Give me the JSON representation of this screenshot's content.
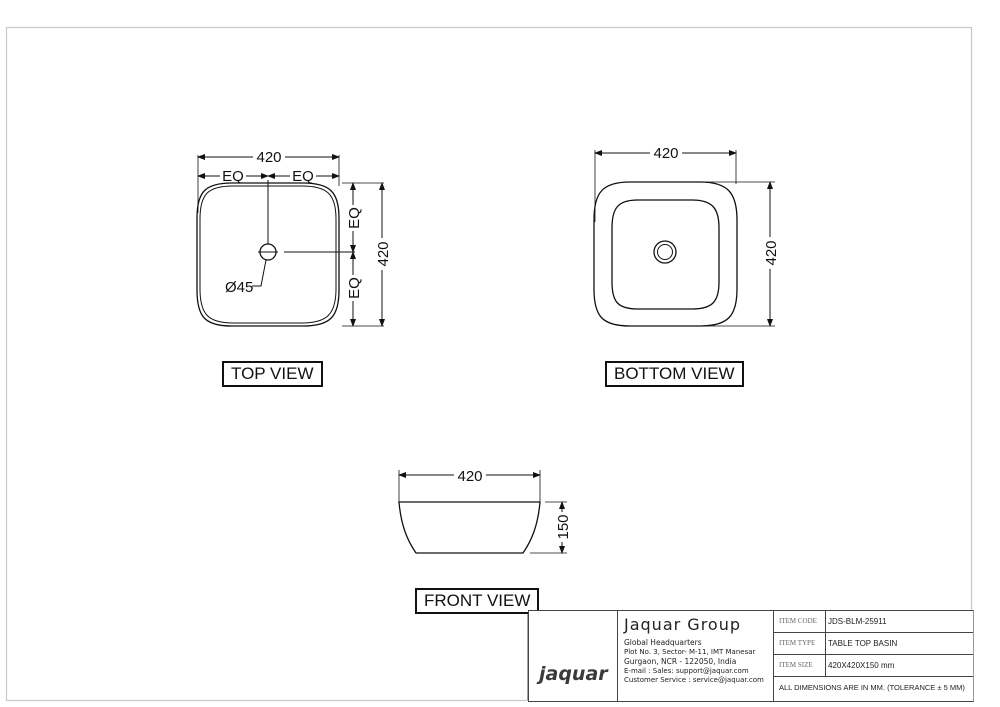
{
  "drawing": {
    "views": {
      "top": {
        "label": "TOP VIEW",
        "overall_width": "420",
        "overall_depth": "420",
        "half_width_left": "EQ",
        "half_width_right": "EQ",
        "half_depth_top": "EQ",
        "half_depth_bottom": "EQ",
        "drain_diameter": "Ø45"
      },
      "bottom": {
        "label": "BOTTOM VIEW",
        "overall_width": "420",
        "overall_depth": "420"
      },
      "front": {
        "label": "FRONT VIEW",
        "overall_width": "420",
        "height": "150"
      }
    }
  },
  "title_block": {
    "logo_text": "jaquar",
    "company": {
      "name": "Jaquar Group",
      "lines": [
        "Global Headquarters",
        "Plot No. 3, Sector- M-11, IMT Manesar",
        "Gurgaon, NCR - 122050, India",
        "E-mail : Sales: support@jaquar.com",
        "Customer Service : service@jaquar.com"
      ]
    },
    "fields": [
      {
        "key": "ITEM CODE",
        "value": "JDS-BLM-25911"
      },
      {
        "key": "ITEM TYPE",
        "value": "TABLE TOP BASIN"
      },
      {
        "key": "ITEM SIZE",
        "value": "420X420X150 mm"
      }
    ],
    "note": "ALL DIMENSIONS ARE IN MM. (TOLERANCE ± 5 MM)"
  },
  "colors": {
    "line": "#111111",
    "frame": "#c8c8c8",
    "logo": "#3a3a3a"
  }
}
